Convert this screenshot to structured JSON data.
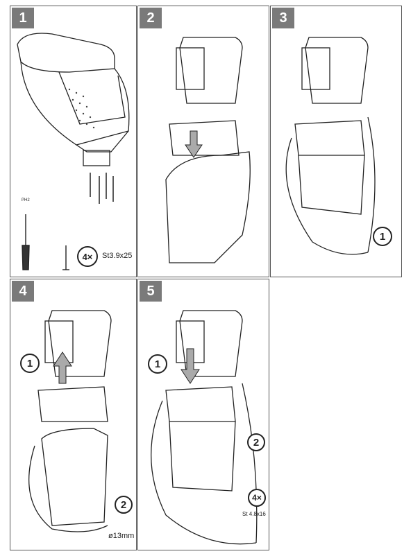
{
  "steps": [
    {
      "number": "1"
    },
    {
      "number": "2"
    },
    {
      "number": "3"
    },
    {
      "number": "4"
    },
    {
      "number": "5"
    }
  ],
  "step1": {
    "bit_label": "PH2",
    "screw_qty": "4×",
    "screw_spec": "St3.9x25"
  },
  "step3": {
    "callout": "1"
  },
  "step4": {
    "callout_1": "1",
    "callout_2": "2",
    "drill_label": "ø13mm"
  },
  "step5": {
    "callout_1": "1",
    "callout_2": "2",
    "screw_qty": "4×",
    "screw_spec": "St 4.8x16"
  }
}
